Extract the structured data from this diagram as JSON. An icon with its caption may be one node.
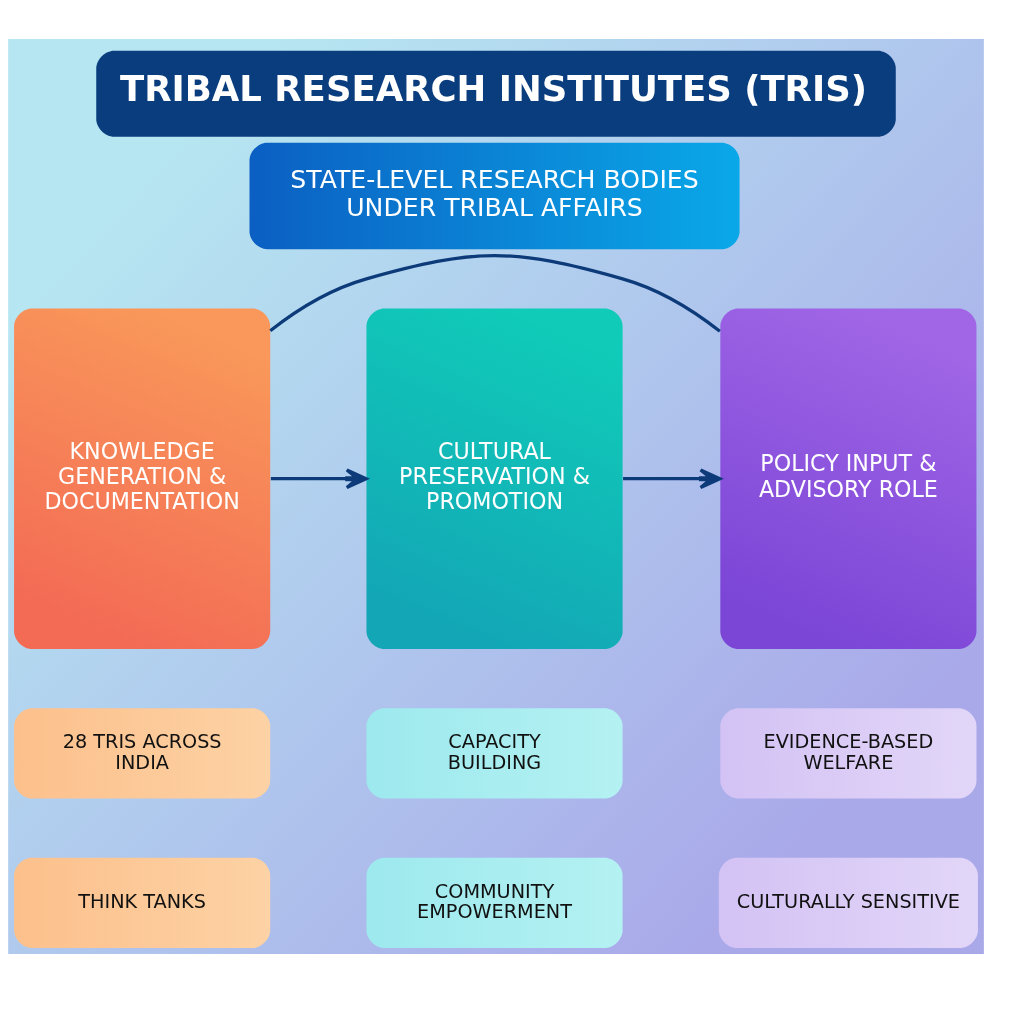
{
  "diagram": {
    "title": "TRIBAL RESEARCH INSTITUTES (TRIS)",
    "nodes": [
      {
        "text": [
          "STATE-LEVEL RESEARCH BODIES UNDER TRIBAL AFFAIRS"
        ]
      },
      {
        "text": [
          "KNOWLEDGE GENERATION & DOCUMENTATION"
        ]
      },
      {
        "text": [
          "CULTURAL PRESERVATION & PROMOTION"
        ]
      },
      {
        "text": [
          "POLICY INPUT & ADVISORY ROLE"
        ]
      },
      {
        "text": [
          "28 TRIS ACROSS INDIA"
        ]
      },
      {
        "text": [
          "CAPACITY BUILDING"
        ]
      },
      {
        "text": [
          "EVIDENCE-BASED WELFARE"
        ]
      },
      {
        "text": [
          "THINK TANKS"
        ]
      },
      {
        "text": [
          "COMMUNITY EMPOWERMENT"
        ]
      },
      {
        "text": [
          "CULTURALLY SENSITIVE"
        ]
      }
    ],
    "edges": [
      {
        "from": 1,
        "to": 3,
        "arrow": "none"
      },
      {
        "from": 1,
        "to": 2,
        "arrow": "to"
      },
      {
        "from": 2,
        "to": 3,
        "arrow": "to"
      }
    ]
  }
}
